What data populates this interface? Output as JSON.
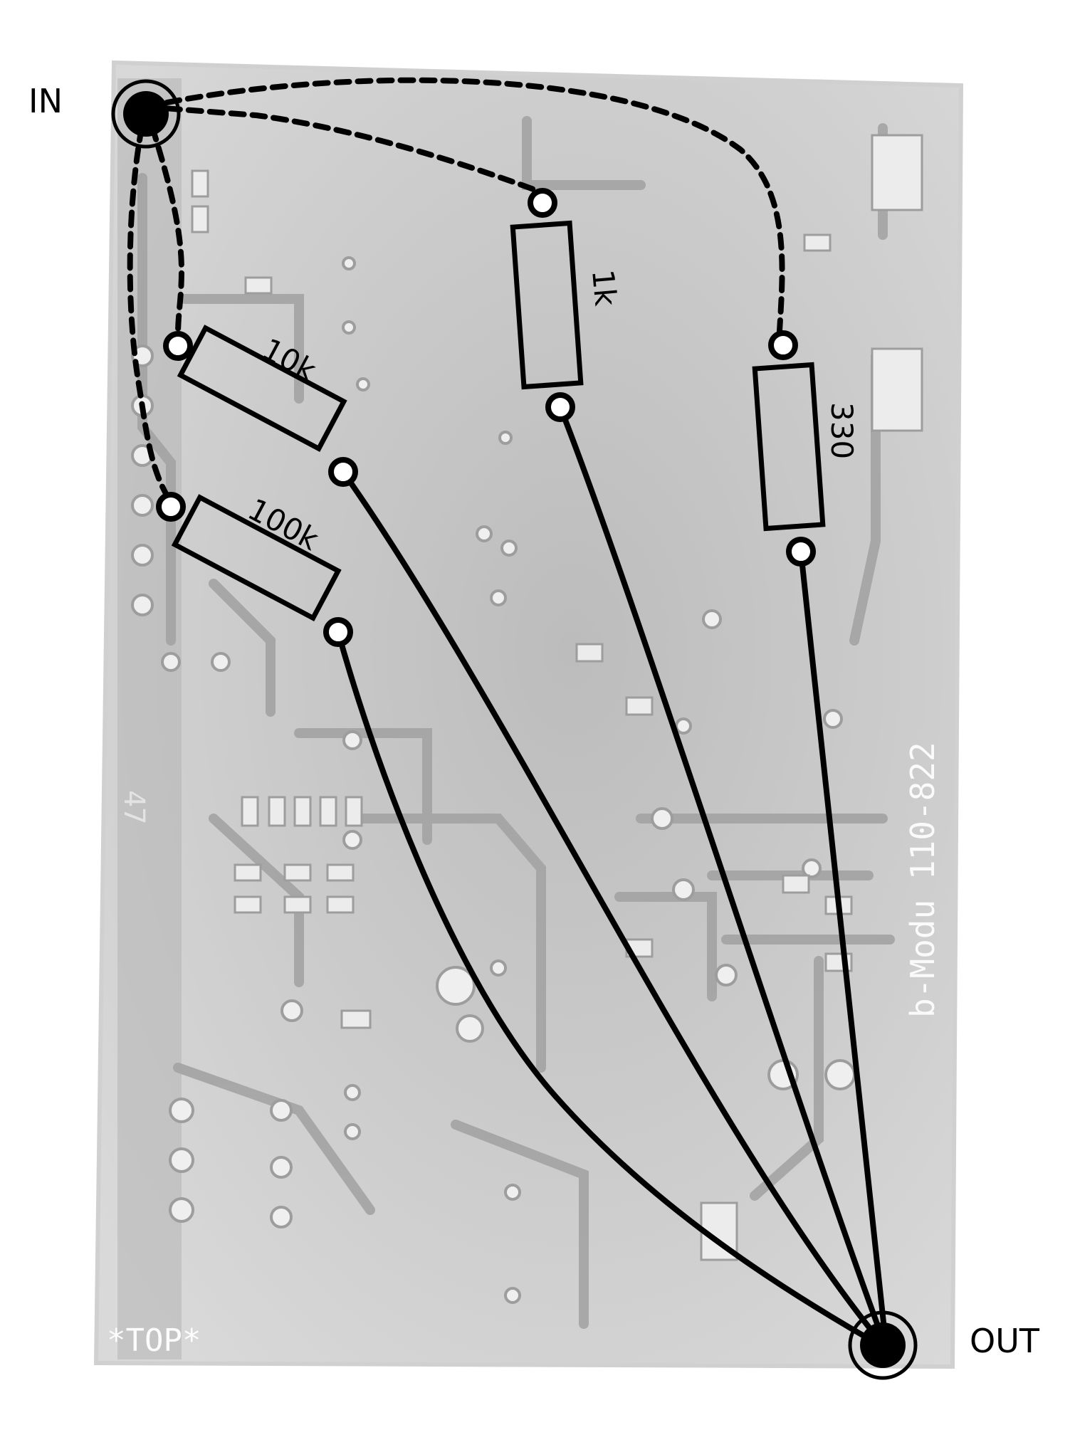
{
  "terminals": {
    "in_label": "IN",
    "out_label": "OUT"
  },
  "resistors": [
    {
      "id": "r10k",
      "label": "10k"
    },
    {
      "id": "r100k",
      "label": "100k"
    },
    {
      "id": "r1k",
      "label": "1k"
    },
    {
      "id": "r330",
      "label": "330"
    }
  ],
  "board_markings": {
    "top": "*TOP*",
    "module_code": "b-Modu 110-822",
    "side_code": "47"
  },
  "colors": {
    "ink": "#000000",
    "board": "#c9c9c9",
    "trace": "#a6a6a6",
    "pad": "#f2f2f2"
  }
}
